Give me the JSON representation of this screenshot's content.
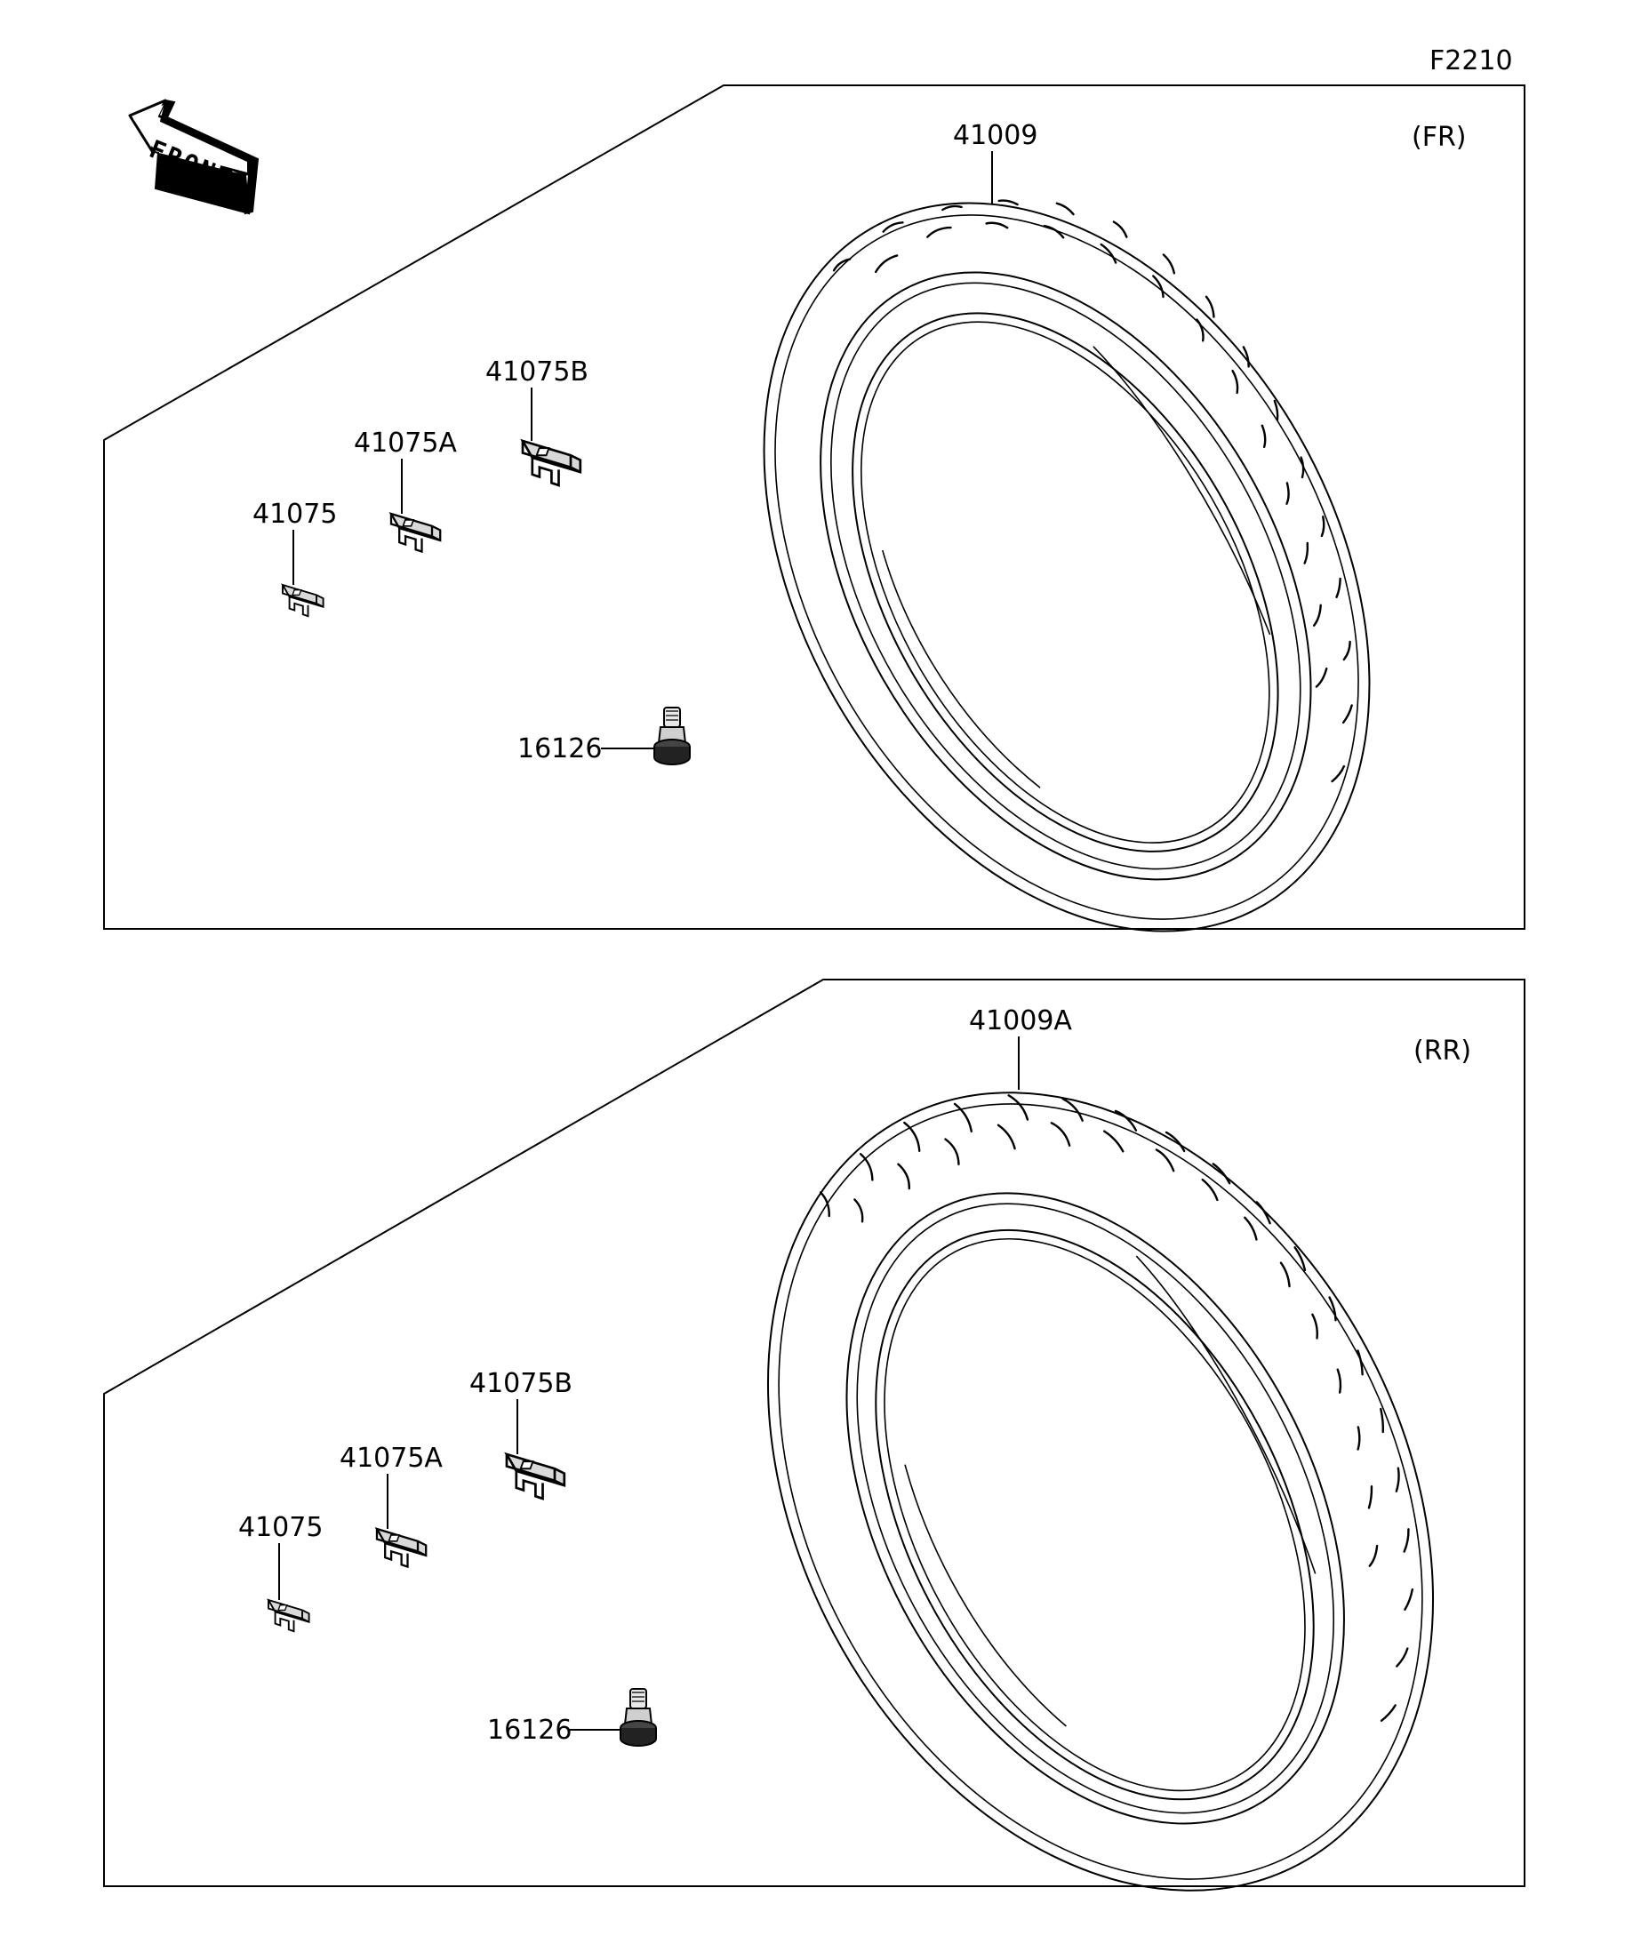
{
  "diagram_code": "F2210",
  "front_arrow_label": "FRONT",
  "panels": [
    {
      "position_label": "(FR)",
      "tire_part": "41009",
      "weight_parts": [
        "41075",
        "41075A",
        "41075B"
      ],
      "valve_part": "16126"
    },
    {
      "position_label": "(RR)",
      "tire_part": "41009A",
      "weight_parts": [
        "41075",
        "41075A",
        "41075B"
      ],
      "valve_part": "16126"
    }
  ]
}
